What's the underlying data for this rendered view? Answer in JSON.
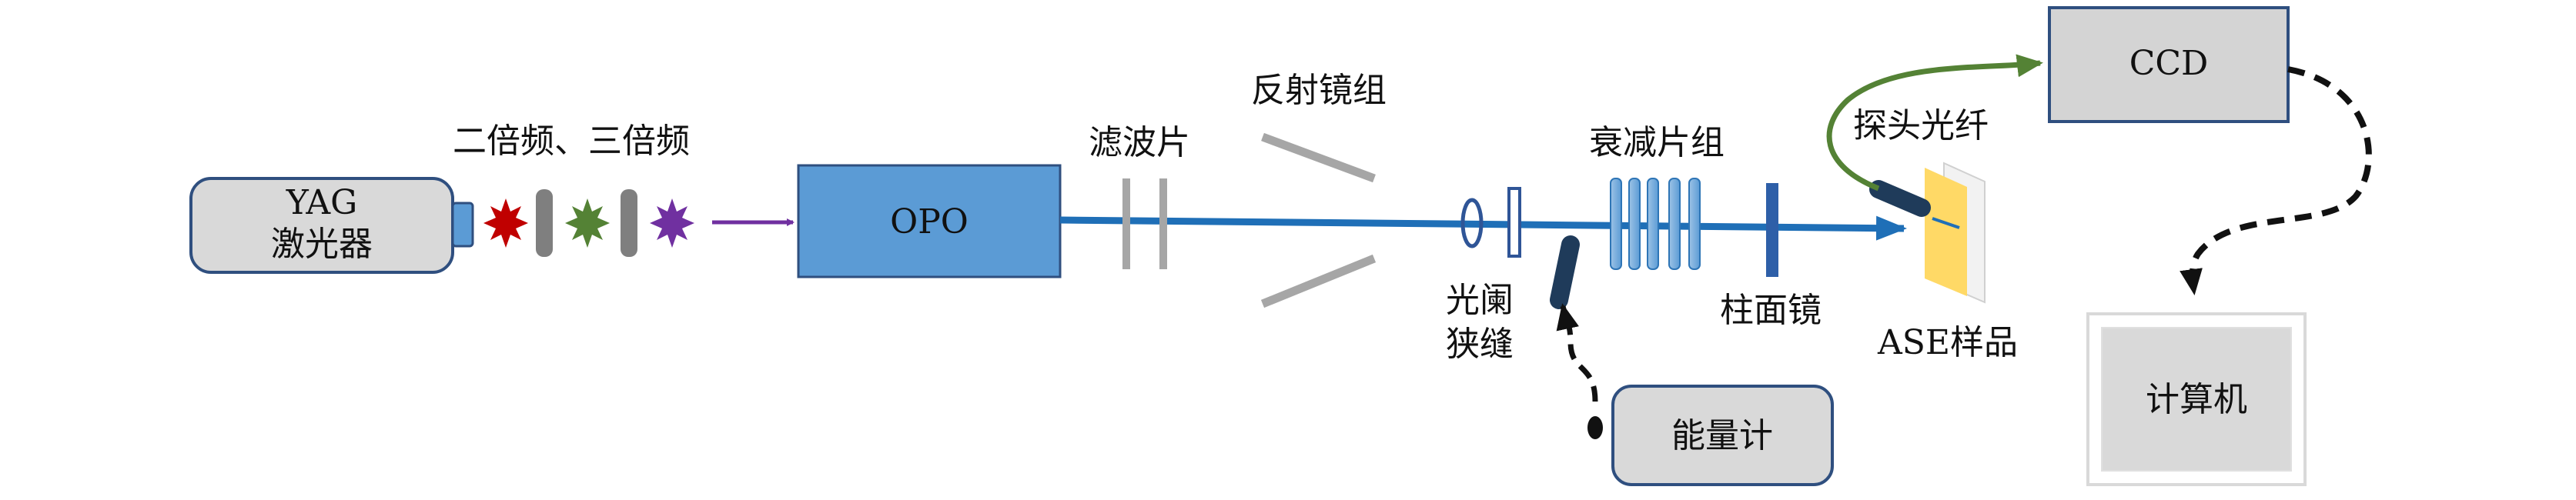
{
  "labels": {
    "yag_line1": "YAG",
    "yag_line2": "激光器",
    "harmonics": "二倍频、三倍频",
    "opo": "OPO",
    "filter": "滤波片",
    "mirror_group": "反射镜组",
    "aperture_line1": "光阑",
    "aperture_line2": "狭缝",
    "attenuator_group": "衰减片组",
    "cylindrical_lens": "柱面镜",
    "sample": "ASE样品",
    "probe_fiber": "探头光纤",
    "ccd": "CCD",
    "computer": "计算机",
    "energy_meter": "能量计"
  },
  "colors": {
    "beam_blue": "#1f6fb7",
    "opo_fill": "#5b9bd5",
    "purple_arrow": "#7030a0",
    "fiber_green": "#548235",
    "gray_box": "#d4d4d4",
    "red_burst": "#c00000",
    "green_burst": "#548235",
    "purple_burst": "#7030a0",
    "sample_yellow": "#ffd966"
  }
}
